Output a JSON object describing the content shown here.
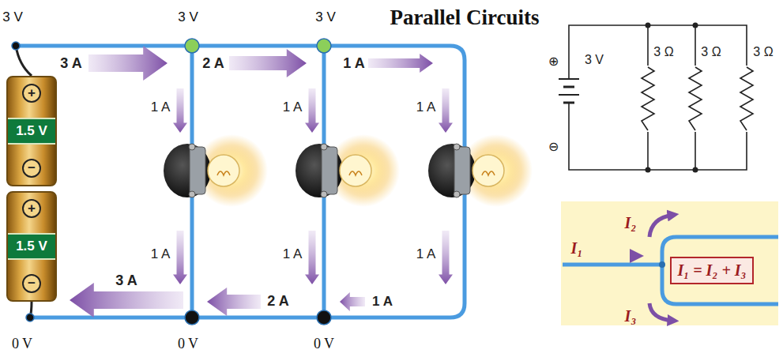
{
  "diagram": {
    "title": "Parallel Circuits",
    "nodes": [
      {
        "text": [
          "1.5 V"
        ]
      },
      {
        "text": [
          "1.5 V"
        ]
      },
      {
        "text": [
          "I₁ = I₂ + I₃"
        ]
      }
    ],
    "labels": [
      "3 V",
      "3 V",
      "3 V",
      "3 A",
      "2 A",
      "1 A",
      "1 A",
      "1 A",
      "1 A",
      "1 A",
      "1 A",
      "1 A",
      "3 A",
      "2 A",
      "1 A",
      "0 V",
      "0 V",
      "0 V",
      "+",
      "−",
      "+",
      "−",
      "⊕",
      "3 V",
      "⊖",
      "3 Ω",
      "3 Ω",
      "3 Ω",
      "I₂",
      "I₁",
      "I₃"
    ]
  }
}
